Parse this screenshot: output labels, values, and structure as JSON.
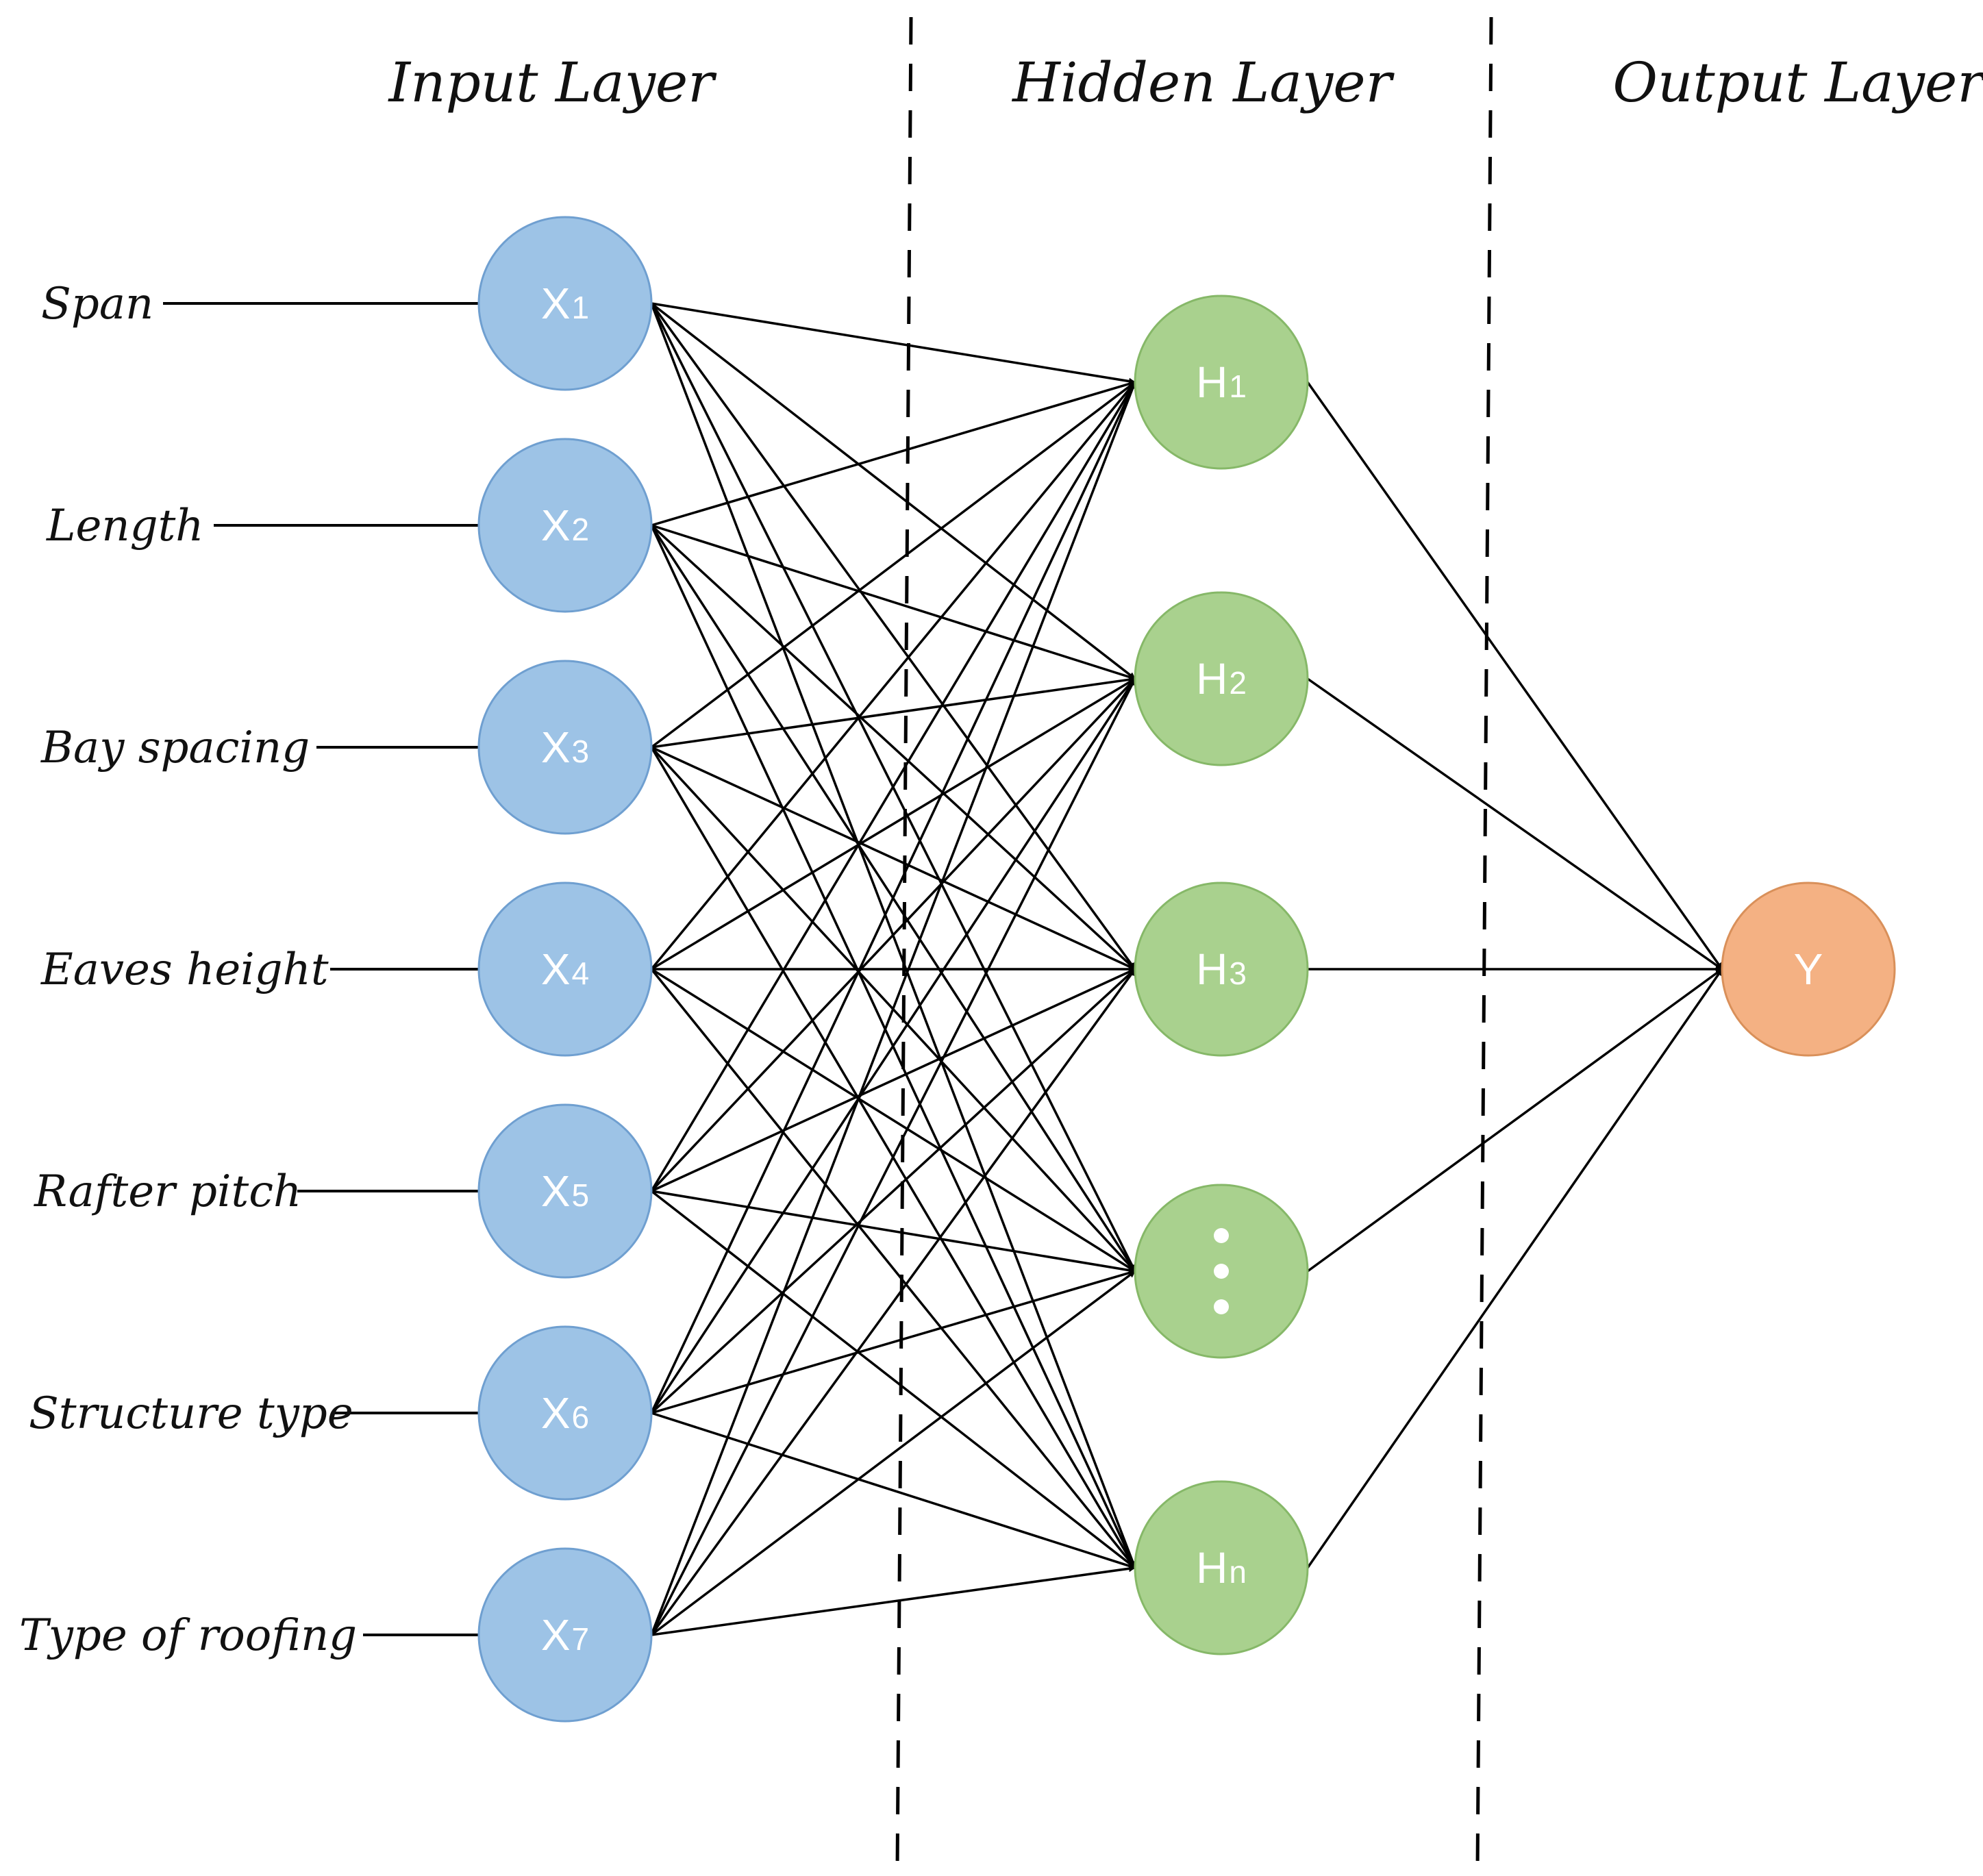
{
  "layers": {
    "input_title": "Input Layer",
    "hidden_title": "Hidden Layer",
    "output_title": "Output Layer"
  },
  "colors": {
    "input_fill": "#9dc3e6",
    "input_stroke": "#6f9fd0",
    "hidden_fill": "#a9d18e",
    "hidden_stroke": "#86b868",
    "output_fill": "#f4b183",
    "output_stroke": "#d9905a"
  },
  "inputs": [
    {
      "feature": "Span",
      "symbol": "X",
      "sub": "1"
    },
    {
      "feature": "Length",
      "symbol": "X",
      "sub": "2"
    },
    {
      "feature": "Bay spacing",
      "symbol": "X",
      "sub": "3"
    },
    {
      "feature": "Eaves height",
      "symbol": "X",
      "sub": "4"
    },
    {
      "feature": "Rafter pitch",
      "symbol": "X",
      "sub": "5"
    },
    {
      "feature": "Structure type",
      "symbol": "X",
      "sub": "6"
    },
    {
      "feature": "Type of roofing",
      "symbol": "X",
      "sub": "7"
    }
  ],
  "hidden": [
    {
      "symbol": "H",
      "sub": "1"
    },
    {
      "symbol": "H",
      "sub": "2"
    },
    {
      "symbol": "H",
      "sub": "3"
    },
    {
      "symbol": "⋮",
      "sub": "",
      "ellipsis": true
    },
    {
      "symbol": "H",
      "sub": "n"
    }
  ],
  "output": {
    "symbol": "Y"
  }
}
